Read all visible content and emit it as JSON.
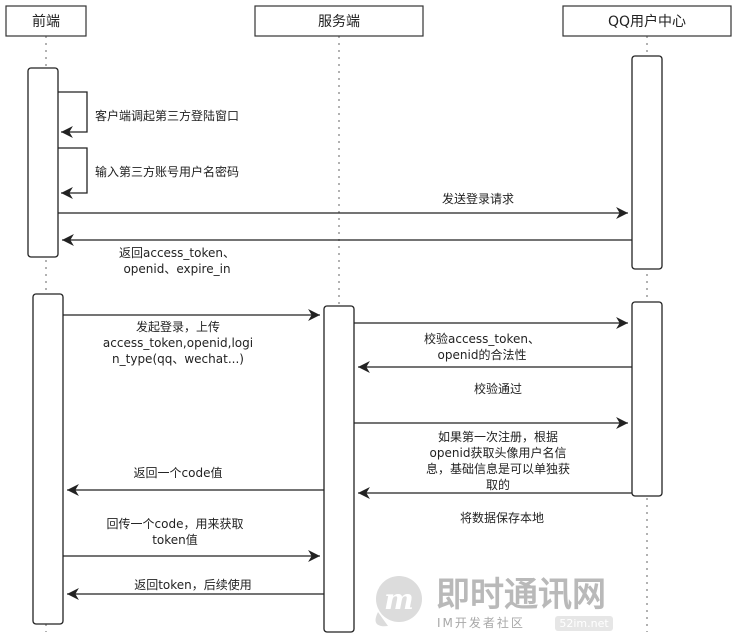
{
  "actors": [
    {
      "id": "frontend",
      "label": "前端"
    },
    {
      "id": "server",
      "label": "服务端"
    },
    {
      "id": "qq",
      "label": "QQ用户中心"
    }
  ],
  "messages": [
    {
      "id": "m1",
      "from": "frontend",
      "to": "frontend",
      "kind": "self",
      "lines": [
        "客户端调起第三方登陆窗口"
      ]
    },
    {
      "id": "m2",
      "from": "frontend",
      "to": "frontend",
      "kind": "self",
      "lines": [
        "输入第三方账号用户名密码"
      ]
    },
    {
      "id": "m3",
      "from": "frontend",
      "to": "qq",
      "kind": "call",
      "lines": [
        "发送登录请求"
      ]
    },
    {
      "id": "m4",
      "from": "qq",
      "to": "frontend",
      "kind": "return",
      "lines": [
        "返回access_token、",
        "openid、expire_in"
      ]
    },
    {
      "id": "m5",
      "from": "frontend",
      "to": "server",
      "kind": "call",
      "lines": [
        "发起登录，上传",
        "access_token,openid,logi",
        "n_type(qq、wechat...)"
      ]
    },
    {
      "id": "m6",
      "from": "server",
      "to": "qq",
      "kind": "call",
      "lines": []
    },
    {
      "id": "m7",
      "from": "qq",
      "to": "server",
      "kind": "return",
      "lines": [
        "校验access_token、",
        "openid的合法性"
      ]
    },
    {
      "id": "m8",
      "from": "server",
      "to": "qq",
      "kind": "call",
      "lines": [
        "校验通过"
      ]
    },
    {
      "id": "m9",
      "from": "qq",
      "to": "server",
      "kind": "return",
      "lines": [
        "如果第一次注册，根据",
        "openid获取头像用户名信",
        "息，基础信息是可以单独获",
        "取的"
      ]
    },
    {
      "id": "m10",
      "from": "server",
      "to": "frontend",
      "kind": "return",
      "lines": [
        "返回一个code值"
      ]
    },
    {
      "id": "m11",
      "from": "frontend",
      "to": "server",
      "kind": "call",
      "lines": [
        "回传一个code，用来获取",
        "token值"
      ]
    },
    {
      "id": "m12",
      "from": "server",
      "to": "frontend",
      "kind": "return",
      "lines": [
        "返回token，后续使用"
      ]
    }
  ],
  "notes": [
    {
      "id": "n1",
      "text": "将数据保存本地"
    }
  ],
  "watermark": {
    "logo_letter": "m",
    "title": "即时通讯网",
    "subtitle": "IM开发者社区",
    "site": "52im.net"
  },
  "colors": {
    "line": "#222222",
    "lifeline": "#666666",
    "watermark": "#b9b9b9",
    "logo": "#cfcfcf"
  }
}
